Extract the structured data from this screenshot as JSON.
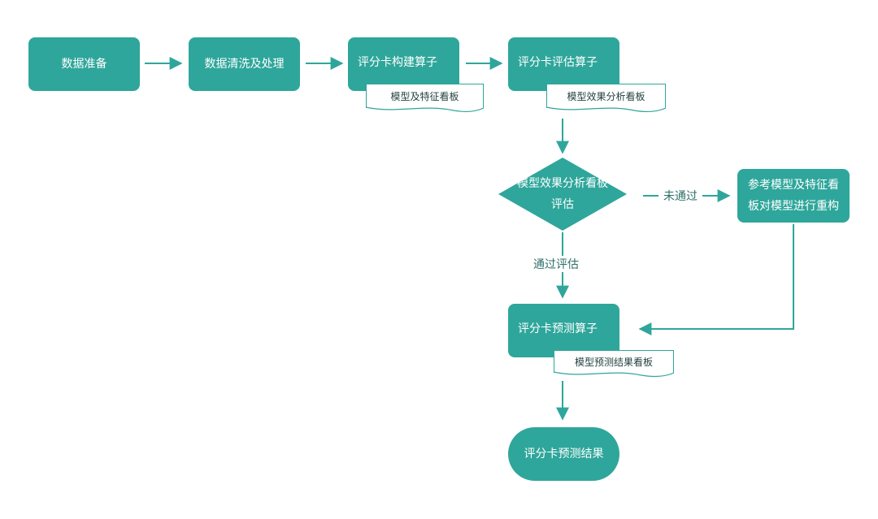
{
  "nodes": {
    "data_prep": "数据准备",
    "data_clean": "数据清洗及处理",
    "build_op": "评分卡构建算子",
    "eval_op": "评分卡评估算子",
    "decision": {
      "line1": "模型效果分析看板",
      "line2": "评估"
    },
    "rebuild": {
      "line1": "参考模型及特征看",
      "line2": "板对模型进行重构"
    },
    "predict_op": "评分卡预测算子",
    "result": "评分卡预测结果"
  },
  "docs": {
    "feature_board": "模型及特征看板",
    "effect_board": "模型效果分析看板",
    "predict_board": "模型预测结果看板"
  },
  "edge_labels": {
    "fail": "未通过",
    "pass": "通过评估"
  },
  "colors": {
    "node_fill": "#2fa69b",
    "arrow": "#2fa69b",
    "label_text": "#2e6f69"
  }
}
